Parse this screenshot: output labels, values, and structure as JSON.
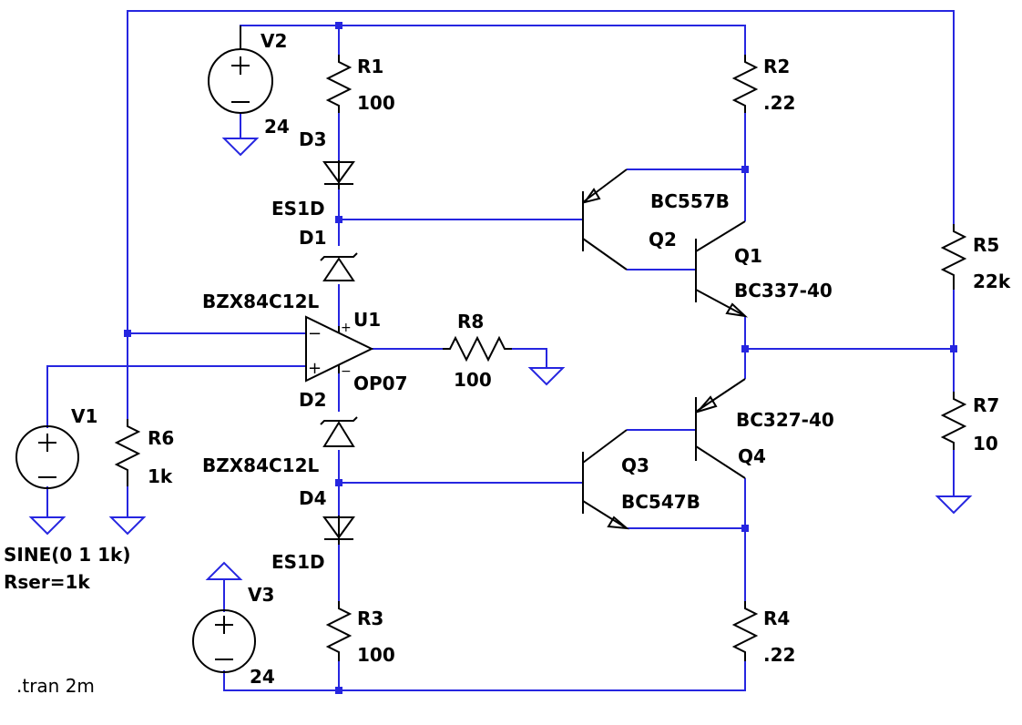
{
  "colors": {
    "wire": "#2626e0",
    "component": "#000000",
    "background": "#ffffff"
  },
  "components": {
    "V2": {
      "name": "V2",
      "value": "24"
    },
    "V3": {
      "name": "V3",
      "value": "24"
    },
    "V1": {
      "name": "V1",
      "value_line1": "SINE(0 1 1k)",
      "value_line2": "Rser=1k"
    },
    "R1": {
      "name": "R1",
      "value": "100"
    },
    "R2": {
      "name": "R2",
      "value": ".22"
    },
    "R3": {
      "name": "R3",
      "value": "100"
    },
    "R4": {
      "name": "R4",
      "value": ".22"
    },
    "R5": {
      "name": "R5",
      "value": "22k"
    },
    "R6": {
      "name": "R6",
      "value": "1k"
    },
    "R7": {
      "name": "R7",
      "value": "10"
    },
    "R8": {
      "name": "R8",
      "value": "100"
    },
    "D1": {
      "name": "D1",
      "model": "BZX84C12L"
    },
    "D2": {
      "name": "D2",
      "model": "BZX84C12L"
    },
    "D3": {
      "name": "D3",
      "model": "ES1D"
    },
    "D4": {
      "name": "D4",
      "model": "ES1D"
    },
    "Q1": {
      "name": "Q1",
      "model": "BC337-40"
    },
    "Q2": {
      "name": "Q2",
      "model": "BC557B"
    },
    "Q3": {
      "name": "Q3",
      "model": "BC547B"
    },
    "Q4": {
      "name": "Q4",
      "model": "BC327-40"
    },
    "U1": {
      "name": "U1",
      "model": "OP07"
    }
  },
  "opamp_pins": {
    "plus": "+",
    "minus": "−"
  },
  "directive": ".tran 2m"
}
